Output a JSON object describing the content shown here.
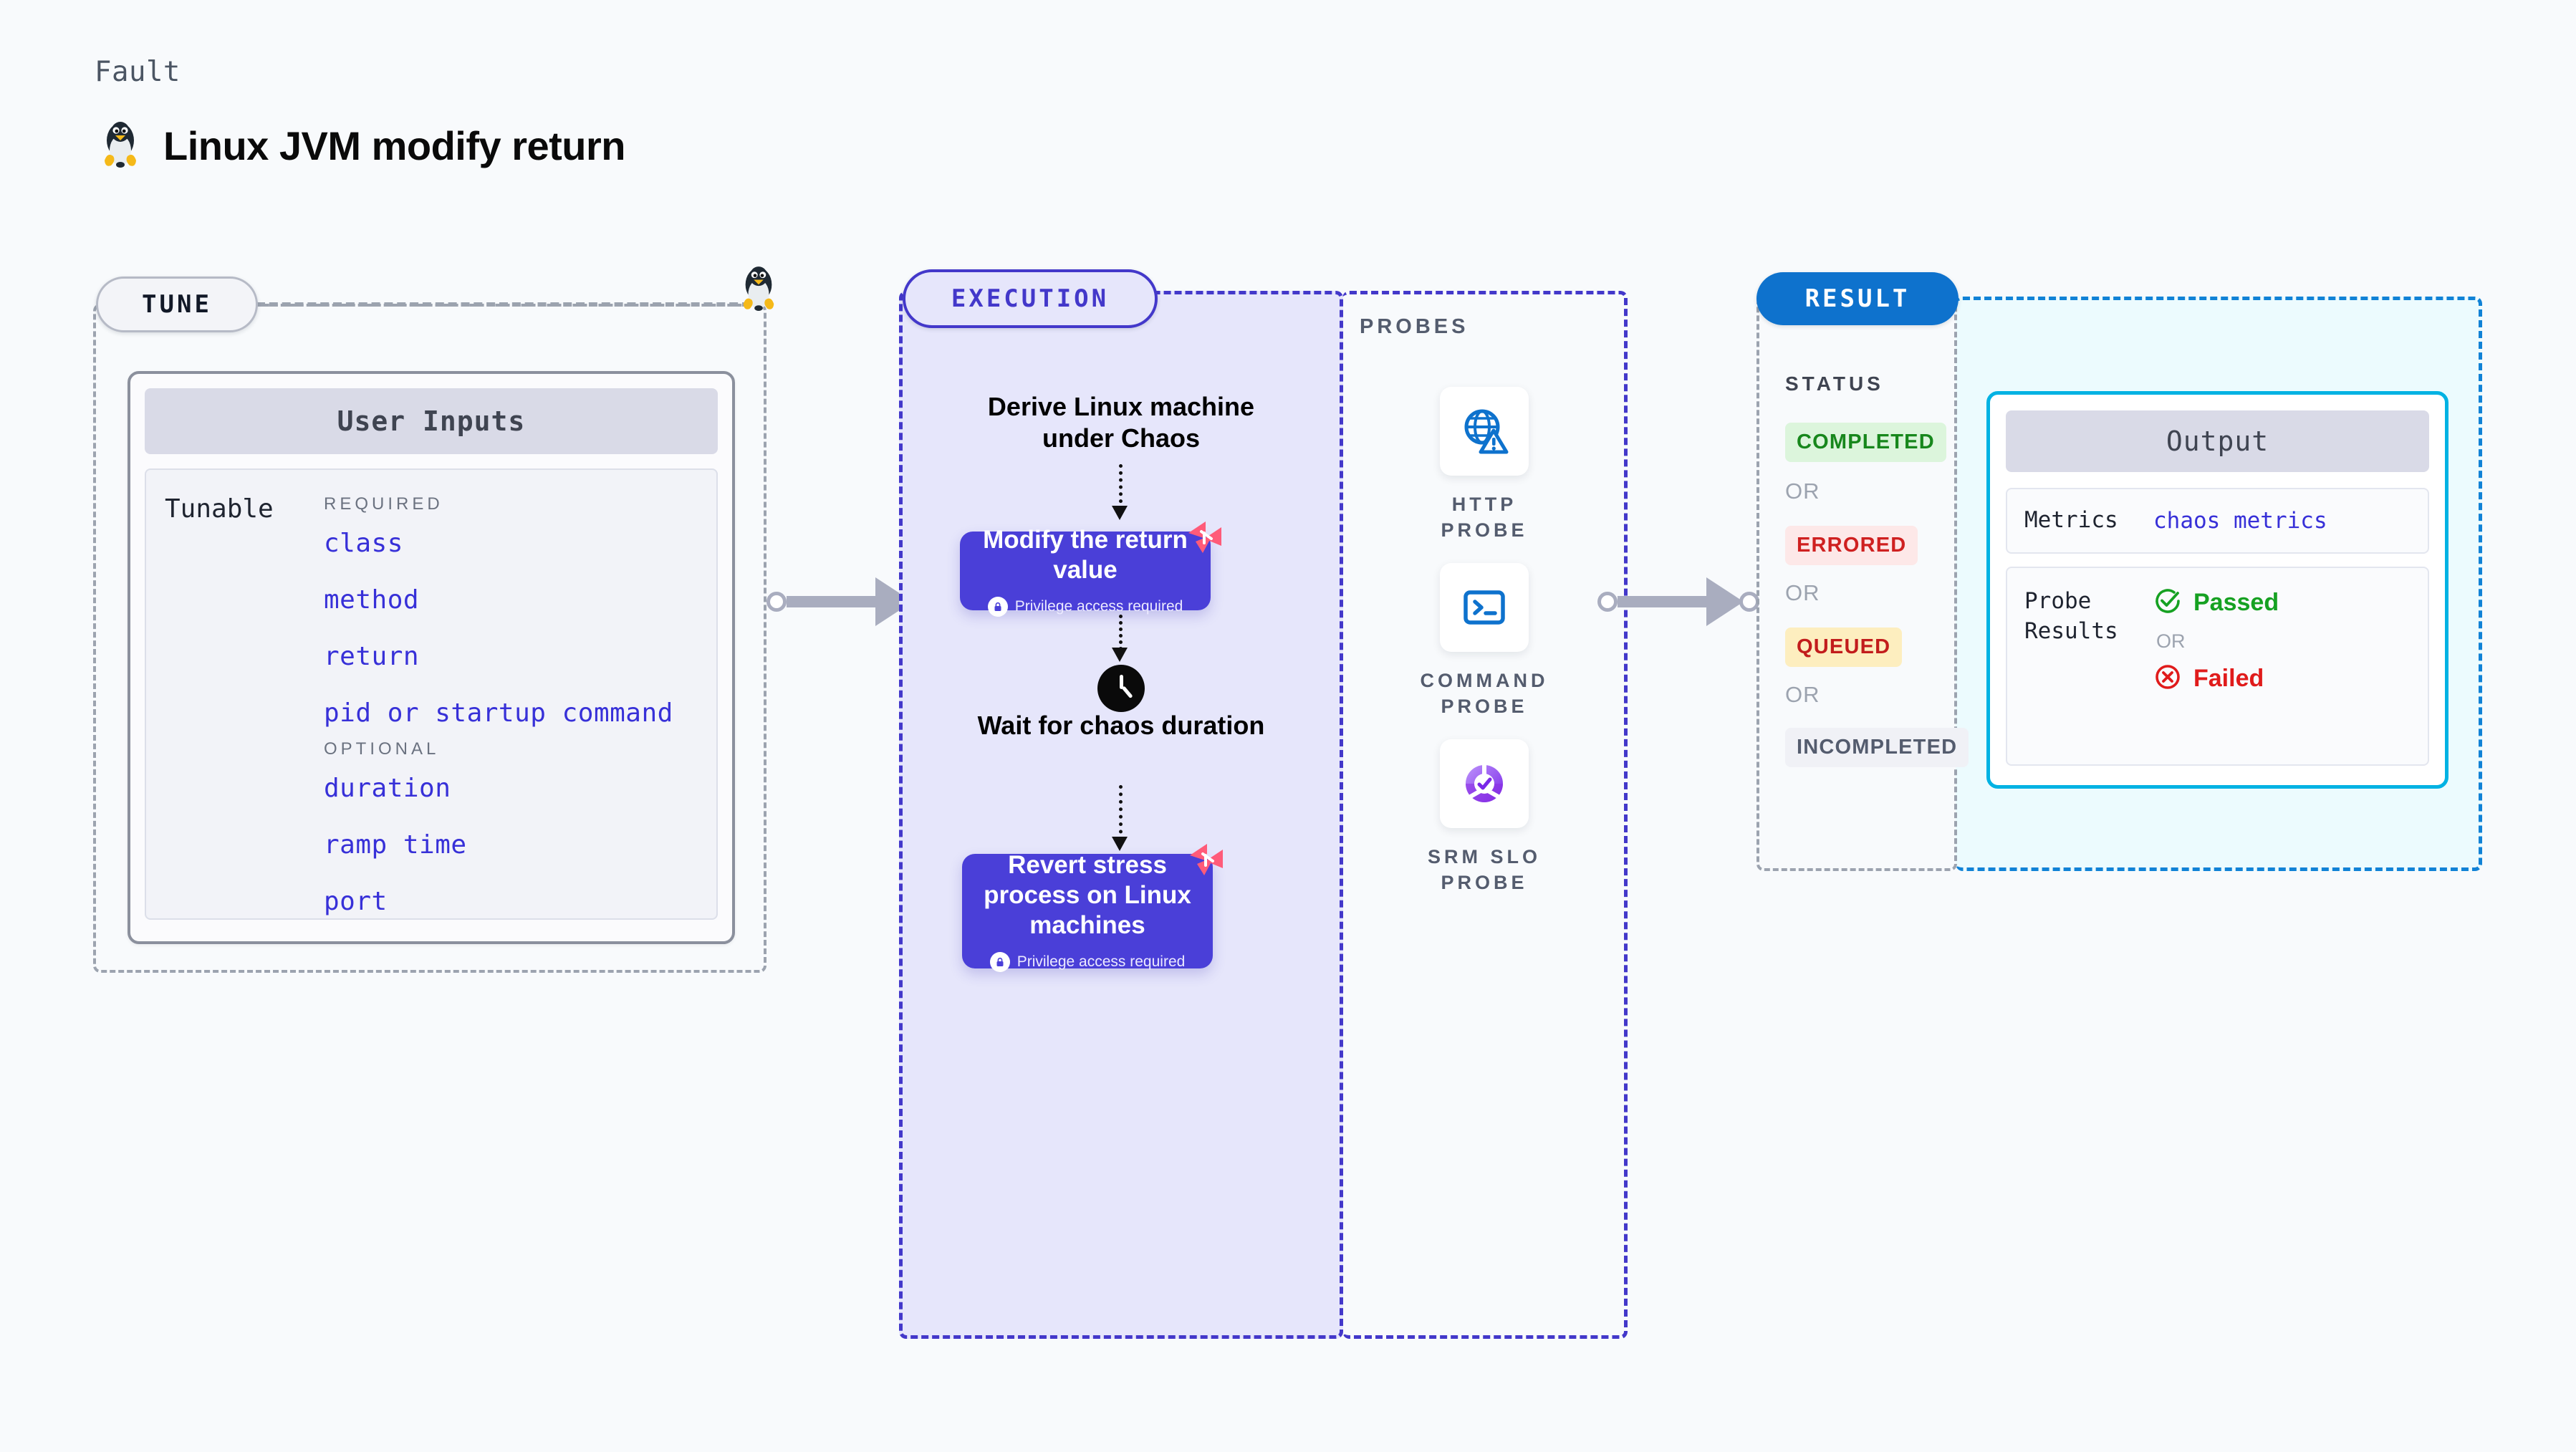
{
  "header": {
    "kicker": "Fault",
    "title": "Linux JVM modify return",
    "icon": "linux-penguin-icon"
  },
  "stages": {
    "tune": {
      "label": "TUNE"
    },
    "execution": {
      "label": "EXECUTION"
    },
    "probes": {
      "label": "PROBES"
    },
    "result": {
      "label": "RESULT"
    }
  },
  "user_inputs": {
    "card_title": "User Inputs",
    "row_label": "Tunable",
    "sections": [
      {
        "heading": "REQUIRED",
        "items": [
          "class",
          "method",
          "return",
          "pid or startup command"
        ]
      },
      {
        "heading": "OPTIONAL",
        "items": [
          "duration",
          "ramp time",
          "port"
        ]
      }
    ]
  },
  "execution": {
    "step1_title": "Derive Linux machine under Chaos",
    "step2_title": "Modify the return value",
    "step2_privilege": "Privilege access required",
    "step3_title": "Wait for chaos duration",
    "step4_title": "Revert stress process on Linux machines",
    "step4_privilege": "Privilege access required",
    "clock_icon": "clock-icon",
    "lock_icon": "lock-icon",
    "harness_icon": "harness-chaos-mark-icon"
  },
  "probes": [
    {
      "name": "HTTP PROBE",
      "icon": "globe-warning-icon"
    },
    {
      "name": "COMMAND PROBE",
      "icon": "terminal-prompt-icon"
    },
    {
      "name": "SRM SLO PROBE",
      "icon": "slo-check-donut-icon"
    }
  ],
  "result": {
    "status_heading": "STATUS",
    "or_label": "OR",
    "badges": [
      {
        "label": "COMPLETED",
        "bg": "#dcf5dc",
        "fg": "#17871c"
      },
      {
        "label": "ERRORED",
        "bg": "#fde8e8",
        "fg": "#cf2020"
      },
      {
        "label": "QUEUED",
        "bg": "#fdeebf",
        "fg": "#c21c1c"
      },
      {
        "label": "INCOMPLETED",
        "bg": "#f0f1f6",
        "fg": "#545c6e"
      }
    ]
  },
  "output": {
    "card_title": "Output",
    "metrics_key": "Metrics",
    "metrics_value": "chaos metrics",
    "probe_results_key": "Probe Results",
    "passed_label": "Passed",
    "failed_label": "Failed",
    "or_label": "OR",
    "passed_icon": "check-circle-icon",
    "failed_icon": "x-circle-icon"
  },
  "colors": {
    "canvas_bg": "#f8fafc",
    "execution_accent": "#4338ca",
    "execution_fill": "#e6e6fb",
    "node_purple": "#4a3fd8",
    "result_accent": "#0e72cd",
    "output_accent": "#00b2e3",
    "output_fill": "#ecfbfe",
    "connector_gray": "#a9adbf",
    "harness_pink": "#ff5b79"
  }
}
